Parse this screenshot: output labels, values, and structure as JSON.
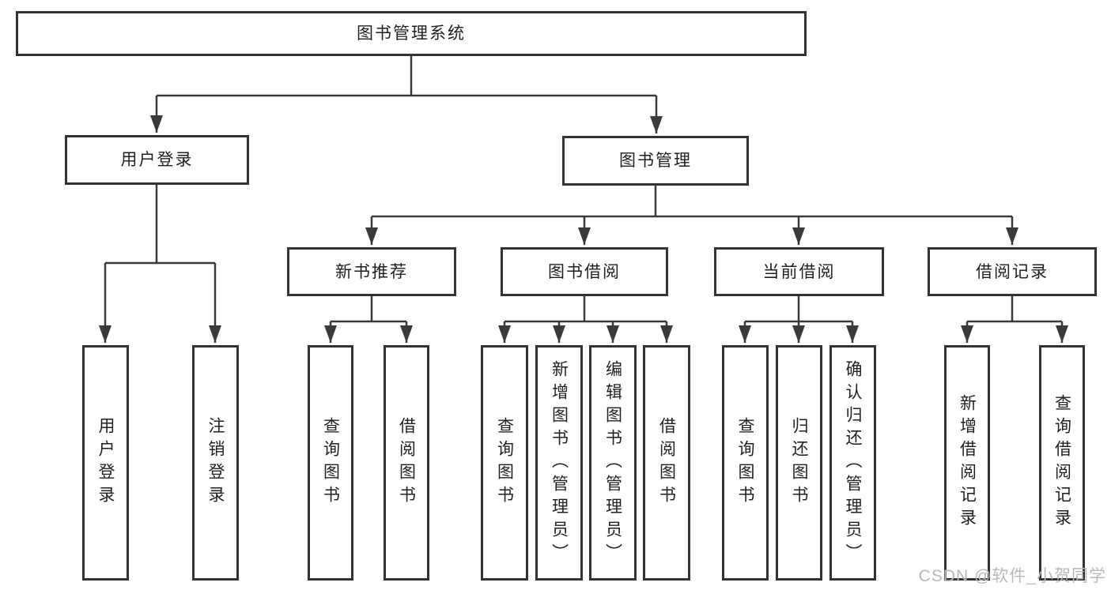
{
  "diagram": {
    "root": {
      "label": "图书管理系统",
      "children": [
        {
          "label": "用户登录",
          "children": [
            {
              "label": "用户登录"
            },
            {
              "label": "注销登录"
            }
          ]
        },
        {
          "label": "图书管理",
          "children": [
            {
              "label": "新书推荐",
              "children": [
                {
                  "label": "查询图书"
                },
                {
                  "label": "借阅图书"
                }
              ]
            },
            {
              "label": "图书借阅",
              "children": [
                {
                  "label": "查询图书"
                },
                {
                  "label": "新增图书（管理员）"
                },
                {
                  "label": "编辑图书（管理员）"
                },
                {
                  "label": "借阅图书"
                }
              ]
            },
            {
              "label": "当前借阅",
              "children": [
                {
                  "label": "查询图书"
                },
                {
                  "label": "归还图书"
                },
                {
                  "label": "确认归还（管理员）"
                }
              ]
            },
            {
              "label": "借阅记录",
              "children": [
                {
                  "label": "新增借阅记录"
                },
                {
                  "label": "查询借阅记录"
                }
              ]
            }
          ]
        }
      ]
    },
    "watermark": "CSDN @软件_小贺同学",
    "colors": {
      "line": "#3a3a3a",
      "box_border": "#333333",
      "box_fill": "#ffffff",
      "text": "#1f1f1f",
      "watermark": "#b9b9b9",
      "background": "#ffffff"
    }
  }
}
